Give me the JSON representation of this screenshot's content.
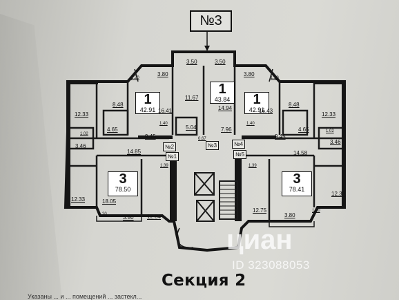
{
  "section_badge": "№3",
  "section_title": "Секция 2",
  "apartments": [
    {
      "rooms": "1",
      "area": "42.91"
    },
    {
      "rooms": "1",
      "area": "43.84"
    },
    {
      "rooms": "1",
      "area": "42.91"
    },
    {
      "rooms": "3",
      "area": "78.50"
    },
    {
      "rooms": "3",
      "area": "78.41"
    }
  ],
  "tags": [
    "№2",
    "№1",
    "№3",
    "№4",
    "№5"
  ],
  "room_labels": [
    "3.50",
    "3.50",
    "3.80",
    "3.80",
    "1.20",
    "1.20",
    "12.33",
    "8.48",
    "16.41",
    "11.67",
    "14.94",
    "16.43",
    "8.48",
    "12.33",
    "4.65",
    "1.40",
    "5.04",
    "1.40",
    "4.65",
    "9.45",
    "7.96",
    "9.45",
    "1.02",
    "1.02",
    "3.46",
    "3.46",
    "0.67",
    "14.85",
    "14.58",
    "1.39",
    "1.39",
    "12.33",
    "18.05",
    "12.84",
    "12.75",
    "12.33",
    "1.20",
    "3.80",
    "3.80",
    "1.20"
  ],
  "watermark": {
    "logo": "циан",
    "id": "ID 323088053"
  },
  "bottom_text": "Указаны ... и ... помещений ... застекл..."
}
